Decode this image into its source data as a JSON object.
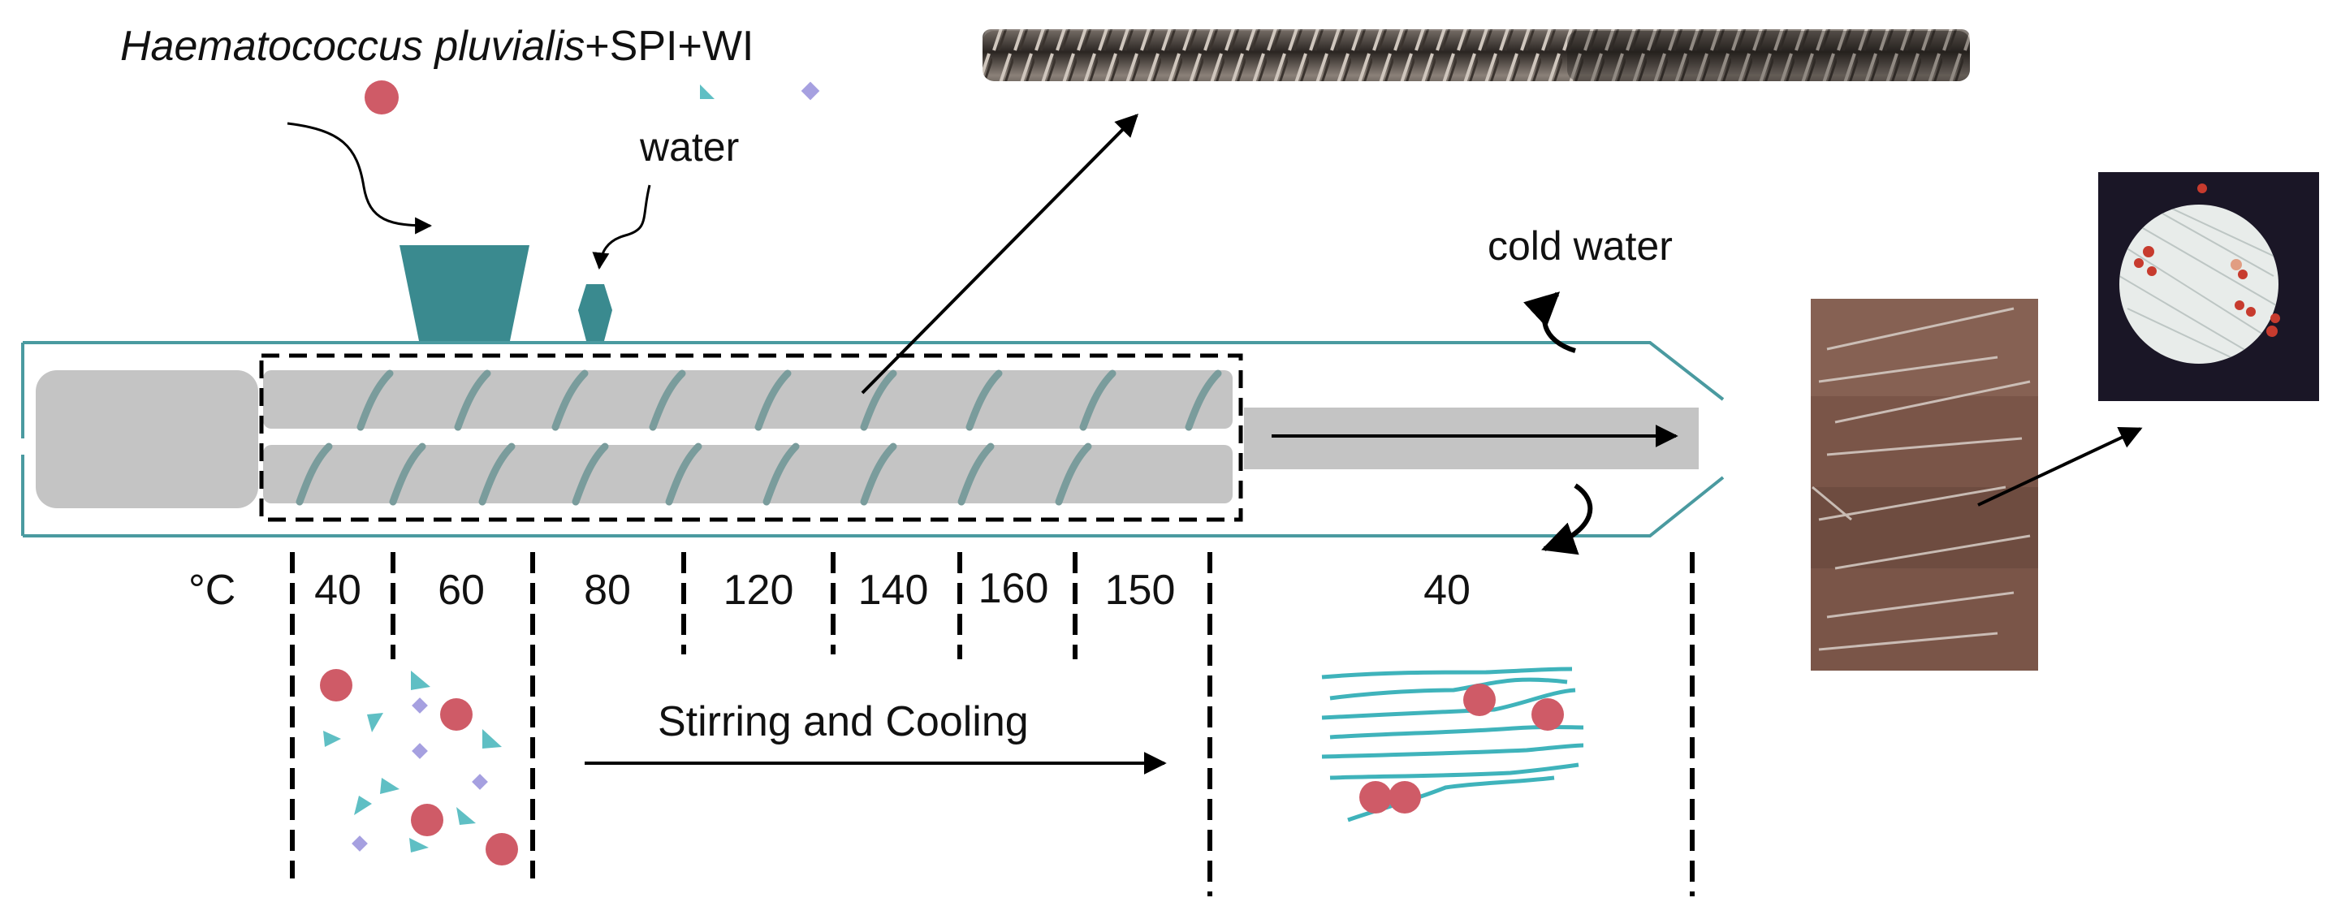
{
  "title": {
    "species": "Haematococcus pluvialis",
    "rest": "+SPI+WI"
  },
  "labels": {
    "water": "water",
    "cold_water": "cold water",
    "unit": "°C",
    "stirring": "Stirring and Cooling"
  },
  "zone_temperatures": [
    "40",
    "60",
    "80",
    "120",
    "140",
    "160",
    "150",
    "40"
  ],
  "colors": {
    "teal": "#3a8a8f",
    "teal_light": "#5fbfc4",
    "barrel_outline": "#4a9aa0",
    "screw_gray": "#c4c4c4",
    "flight": "#7a9c9c",
    "particle_red": "#cf5b67",
    "particle_purple": "#a6a0e0"
  },
  "icons": {
    "hopper": "feed-hopper-icon",
    "water_inlet": "water-inlet-icon",
    "screw_photo": "twin-screw-photo",
    "product_photo": "fibrous-product-photo",
    "micrograph": "micrograph-photo"
  }
}
